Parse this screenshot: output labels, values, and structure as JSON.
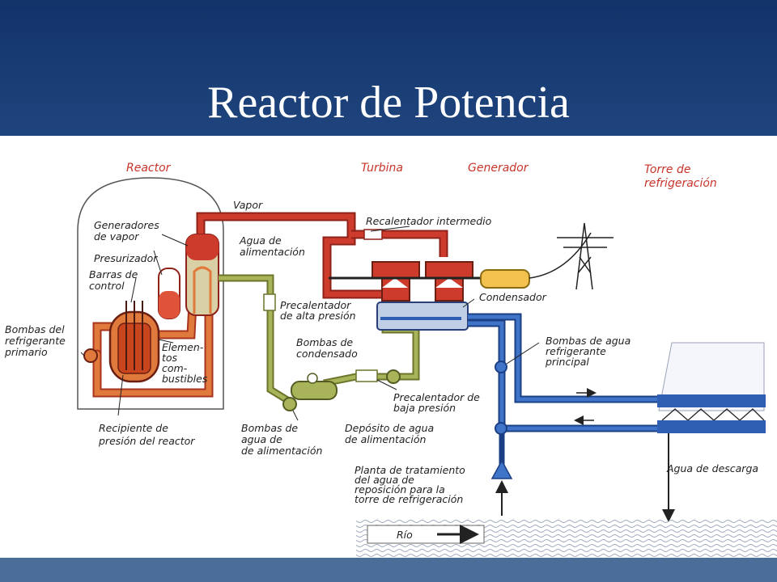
{
  "slide": {
    "title": "Reactor de Potencia",
    "colors": {
      "header": "#1a3c74",
      "footer": "#4b6e99",
      "primary_loop": "#cc3b2b",
      "hot_loop": "#d9782e",
      "feedwater": "#9aa845",
      "cooling_water": "#2f5fb3"
    }
  },
  "diagram": {
    "sections": {
      "reactor": "Reactor",
      "turbine": "Turbina",
      "generator": "Generador",
      "tower": [
        "Torre de",
        "refrigeración"
      ]
    },
    "labels": {
      "vapor": "Vapor",
      "steam_gen": [
        "Generadores",
        "de vapor"
      ],
      "pressurizer": "Presurizador",
      "control_rods": [
        "Barras de",
        "control"
      ],
      "primary_pumps": [
        "Bombas del",
        "refrigerante",
        "primario"
      ],
      "fuel": [
        "Elemen-",
        "tos",
        "com-",
        "bustibles"
      ],
      "vessel": [
        "Recipiente de",
        "presión del reactor"
      ],
      "feedwater": [
        "Agua de",
        "alimentación"
      ],
      "reheater": "Recalentador intermedio",
      "hp_preheater": [
        "Precalentador",
        "de alta presión"
      ],
      "condensate_pumps": [
        "Bombas de",
        "condensado"
      ],
      "condenser": "Condensador",
      "cooling_pumps": [
        "Bombas de agua",
        "refrigerante",
        "principal"
      ],
      "lp_preheater": [
        "Precalentador de",
        "baja presión"
      ],
      "feed_tank": [
        "Depósito de agua",
        "de alimentación"
      ],
      "feed_pumps": [
        "Bombas de",
        "agua de",
        "de alimentación"
      ],
      "treatment": [
        "Planta de tratamiento",
        "del agua de",
        "reposición para la",
        "torre de refrigeración"
      ],
      "discharge": "Agua de descarga",
      "river": "Río"
    }
  }
}
